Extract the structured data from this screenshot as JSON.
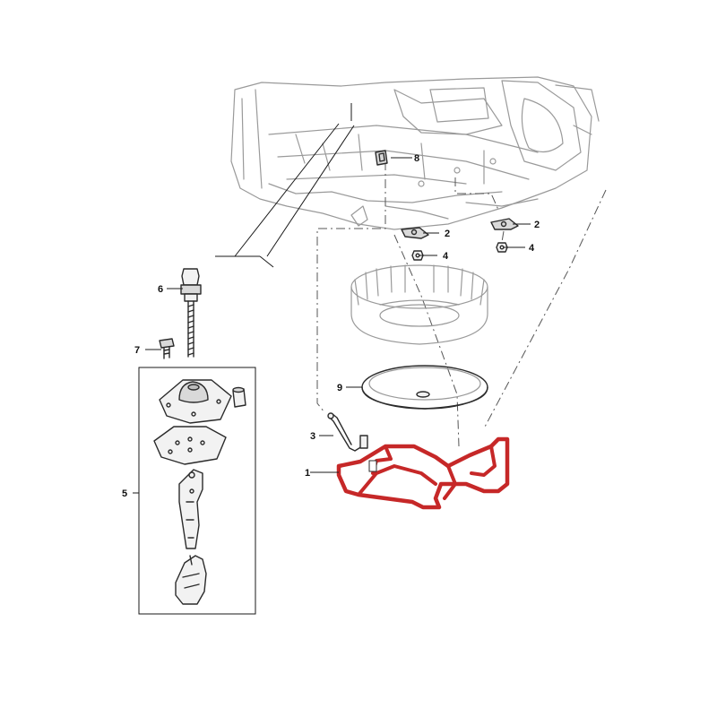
{
  "colors": {
    "highlight": "#c62828",
    "line": "#1a1a1a",
    "part_stroke": "#9a9a9a"
  },
  "callouts": {
    "n1": "1",
    "n2a": "2",
    "n2b": "2",
    "n3": "3",
    "n4a": "4",
    "n4b": "4",
    "n5": "5",
    "n6": "6",
    "n7": "7",
    "n8": "8",
    "n9": "9"
  }
}
